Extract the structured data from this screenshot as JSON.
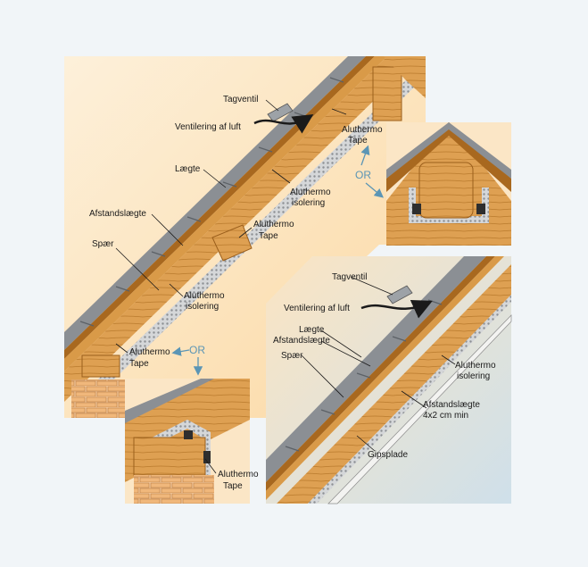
{
  "labels": {
    "tagventil": "Tagventil",
    "ventilering": "Ventilering af luft",
    "aluthermo": "Aluthermo",
    "tape": "Tape",
    "isolering": "isolering",
    "laegte": "Lægte",
    "afstandslaegte": "Afstandslægte",
    "spaer": "Spær",
    "or": "OR",
    "min_size": "4x2 cm min",
    "gipsplade": "Gipsplade"
  },
  "colors": {
    "background": "#f1f5f8",
    "panel_warm": "#fde9c9",
    "wood": "#d99a48",
    "wood_dark": "#a8681f",
    "roof_tile": "#8b8f94",
    "insulation": "#c9ccce",
    "arrow_blue": "#5b95b5"
  }
}
